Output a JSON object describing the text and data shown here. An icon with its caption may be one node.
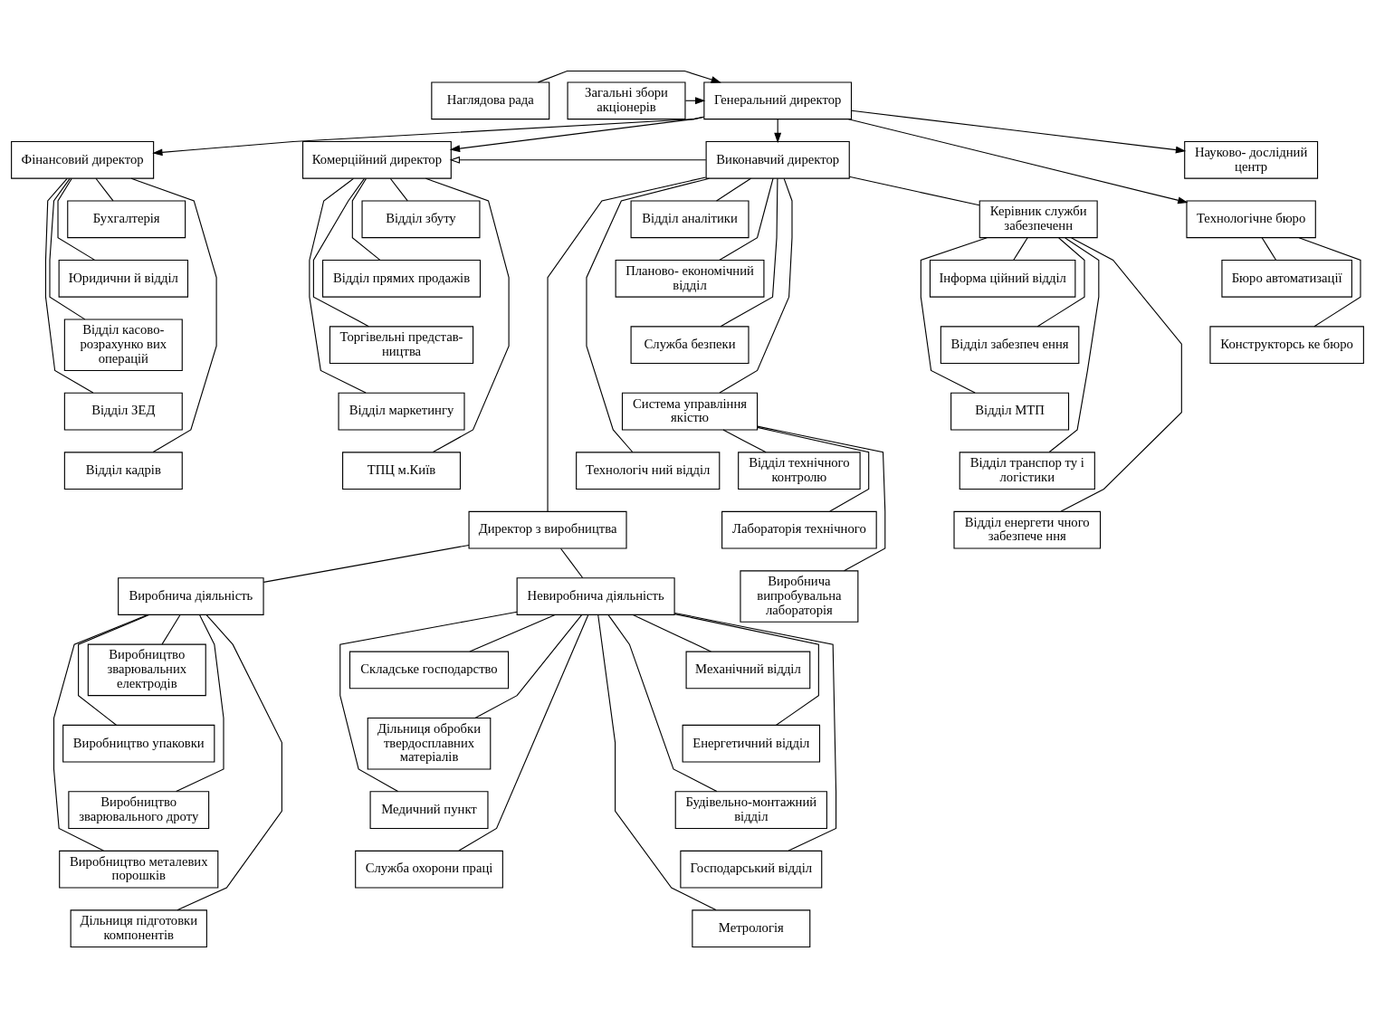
{
  "diagram": {
    "nodes": [
      {
        "text": [
          "Загальні збори акціонерів"
        ]
      },
      {
        "text": [
          "Генеральний директор"
        ]
      },
      {
        "text": [
          "Наглядова рада"
        ]
      },
      {
        "text": [
          "Фінансовий директор"
        ]
      },
      {
        "text": [
          "Комерційний директор"
        ]
      },
      {
        "text": [
          "Виконавчий директор"
        ]
      },
      {
        "text": [
          "Науково- дослідний центр"
        ]
      },
      {
        "text": [
          "Технологічне бюро"
        ]
      },
      {
        "text": [
          "Бухгалтерія"
        ]
      },
      {
        "text": [
          "Юридични й відділ"
        ]
      },
      {
        "text": [
          "Відділ касово- розрахунко вих операцій"
        ]
      },
      {
        "text": [
          "Відділ ЗЕД"
        ]
      },
      {
        "text": [
          "Відділ кадрів"
        ]
      },
      {
        "text": [
          "Відділ збуту"
        ]
      },
      {
        "text": [
          "Відділ прямих продажів"
        ]
      },
      {
        "text": [
          "Торгівельні представ- ництва"
        ]
      },
      {
        "text": [
          "Відділ маркетингу"
        ]
      },
      {
        "text": [
          "ТПЦ м.Київ"
        ]
      },
      {
        "text": [
          "Керівник служби забезпеченн"
        ]
      },
      {
        "text": [
          "Інформа ційний відділ"
        ]
      },
      {
        "text": [
          "Відділ забезпеч ення"
        ]
      },
      {
        "text": [
          "Відділ МТП"
        ]
      },
      {
        "text": [
          "Відділ транспор ту і логістики"
        ]
      },
      {
        "text": [
          "Відділ енергети чного забезпече ння"
        ]
      },
      {
        "text": [
          "Відділ аналітики"
        ]
      },
      {
        "text": [
          "Планово- економічний відділ"
        ]
      },
      {
        "text": [
          "Служба безпеки"
        ]
      },
      {
        "text": [
          "Система управління якістю"
        ]
      },
      {
        "text": [
          "Технологіч ний відділ"
        ]
      },
      {
        "text": [
          "Бюро автоматизації"
        ]
      },
      {
        "text": [
          "Конструкторсь ке бюро"
        ]
      },
      {
        "text": [
          "Відділ технічного контролю"
        ]
      },
      {
        "text": [
          "Лабораторія технічного"
        ]
      },
      {
        "text": [
          "Виробнича випробувальна лабораторія"
        ]
      },
      {
        "text": [
          "Директор з виробництва"
        ]
      },
      {
        "text": [
          "Виробнича діяльність"
        ]
      },
      {
        "text": [
          "Невиробнича діяльність"
        ]
      },
      {
        "text": [
          "Виробництво зварювальних електродів"
        ]
      },
      {
        "text": [
          "Виробництво упаковки"
        ]
      },
      {
        "text": [
          "Виробництво зварювального дроту"
        ]
      },
      {
        "text": [
          "Виробництво металевих порошків"
        ]
      },
      {
        "text": [
          "Дільниця підготовки компонентів"
        ]
      },
      {
        "text": [
          "Механічний відділ"
        ]
      },
      {
        "text": [
          "Енергетичний відділ"
        ]
      },
      {
        "text": [
          "Будівельно-монтажний відділ"
        ]
      },
      {
        "text": [
          "Господарський відділ"
        ]
      },
      {
        "text": [
          "Метрологія"
        ]
      },
      {
        "text": [
          "Складське господарство"
        ]
      },
      {
        "text": [
          "Дільниця обробки твердосплавних матеріалів"
        ]
      },
      {
        "text": [
          "Медичний пункт"
        ]
      },
      {
        "text": [
          "Служба охорони праці"
        ]
      }
    ],
    "edges": [
      {
        "from": 0,
        "to": 1,
        "arrow": "to"
      },
      {
        "from": 2,
        "to": 1,
        "arrow": "to"
      },
      {
        "from": 1,
        "to": 3,
        "arrow": "to"
      },
      {
        "from": 1,
        "to": 4,
        "arrow": "to"
      },
      {
        "from": 1,
        "to": 5,
        "arrow": "to"
      },
      {
        "from": 1,
        "to": 6,
        "arrow": "to"
      },
      {
        "from": 1,
        "to": 7,
        "arrow": "to"
      },
      {
        "from": 5,
        "to": 4,
        "arrow": "to"
      },
      {
        "from": 3,
        "to": 8,
        "arrow": "none"
      },
      {
        "from": 3,
        "to": 9,
        "arrow": "none"
      },
      {
        "from": 3,
        "to": 10,
        "arrow": "none"
      },
      {
        "from": 3,
        "to": 11,
        "arrow": "none"
      },
      {
        "from": 3,
        "to": 12,
        "arrow": "none"
      },
      {
        "from": 4,
        "to": 13,
        "arrow": "none"
      },
      {
        "from": 4,
        "to": 14,
        "arrow": "none"
      },
      {
        "from": 4,
        "to": 15,
        "arrow": "none"
      },
      {
        "from": 4,
        "to": 16,
        "arrow": "none"
      },
      {
        "from": 4,
        "to": 17,
        "arrow": "none"
      },
      {
        "from": 5,
        "to": 18,
        "arrow": "none"
      },
      {
        "from": 18,
        "to": 19,
        "arrow": "none"
      },
      {
        "from": 18,
        "to": 20,
        "arrow": "none"
      },
      {
        "from": 18,
        "to": 21,
        "arrow": "none"
      },
      {
        "from": 18,
        "to": 22,
        "arrow": "none"
      },
      {
        "from": 18,
        "to": 23,
        "arrow": "none"
      },
      {
        "from": 5,
        "to": 24,
        "arrow": "none"
      },
      {
        "from": 5,
        "to": 25,
        "arrow": "none"
      },
      {
        "from": 5,
        "to": 26,
        "arrow": "none"
      },
      {
        "from": 5,
        "to": 27,
        "arrow": "none"
      },
      {
        "from": 5,
        "to": 28,
        "arrow": "none"
      },
      {
        "from": 7,
        "to": 29,
        "arrow": "none"
      },
      {
        "from": 7,
        "to": 30,
        "arrow": "none"
      },
      {
        "from": 27,
        "to": 31,
        "arrow": "none"
      },
      {
        "from": 27,
        "to": 32,
        "arrow": "none"
      },
      {
        "from": 27,
        "to": 33,
        "arrow": "none"
      },
      {
        "from": 5,
        "to": 34,
        "arrow": "none"
      },
      {
        "from": 34,
        "to": 35,
        "arrow": "none"
      },
      {
        "from": 34,
        "to": 36,
        "arrow": "none"
      },
      {
        "from": 35,
        "to": 37,
        "arrow": "none"
      },
      {
        "from": 35,
        "to": 38,
        "arrow": "none"
      },
      {
        "from": 35,
        "to": 39,
        "arrow": "none"
      },
      {
        "from": 35,
        "to": 40,
        "arrow": "none"
      },
      {
        "from": 35,
        "to": 41,
        "arrow": "none"
      },
      {
        "from": 36,
        "to": 42,
        "arrow": "none"
      },
      {
        "from": 36,
        "to": 43,
        "arrow": "none"
      },
      {
        "from": 36,
        "to": 44,
        "arrow": "none"
      },
      {
        "from": 36,
        "to": 45,
        "arrow": "none"
      },
      {
        "from": 36,
        "to": 46,
        "arrow": "none"
      },
      {
        "from": 36,
        "to": 47,
        "arrow": "none"
      },
      {
        "from": 36,
        "to": 48,
        "arrow": "none"
      },
      {
        "from": 36,
        "to": 49,
        "arrow": "none"
      },
      {
        "from": 36,
        "to": 50,
        "arrow": "none"
      }
    ]
  }
}
